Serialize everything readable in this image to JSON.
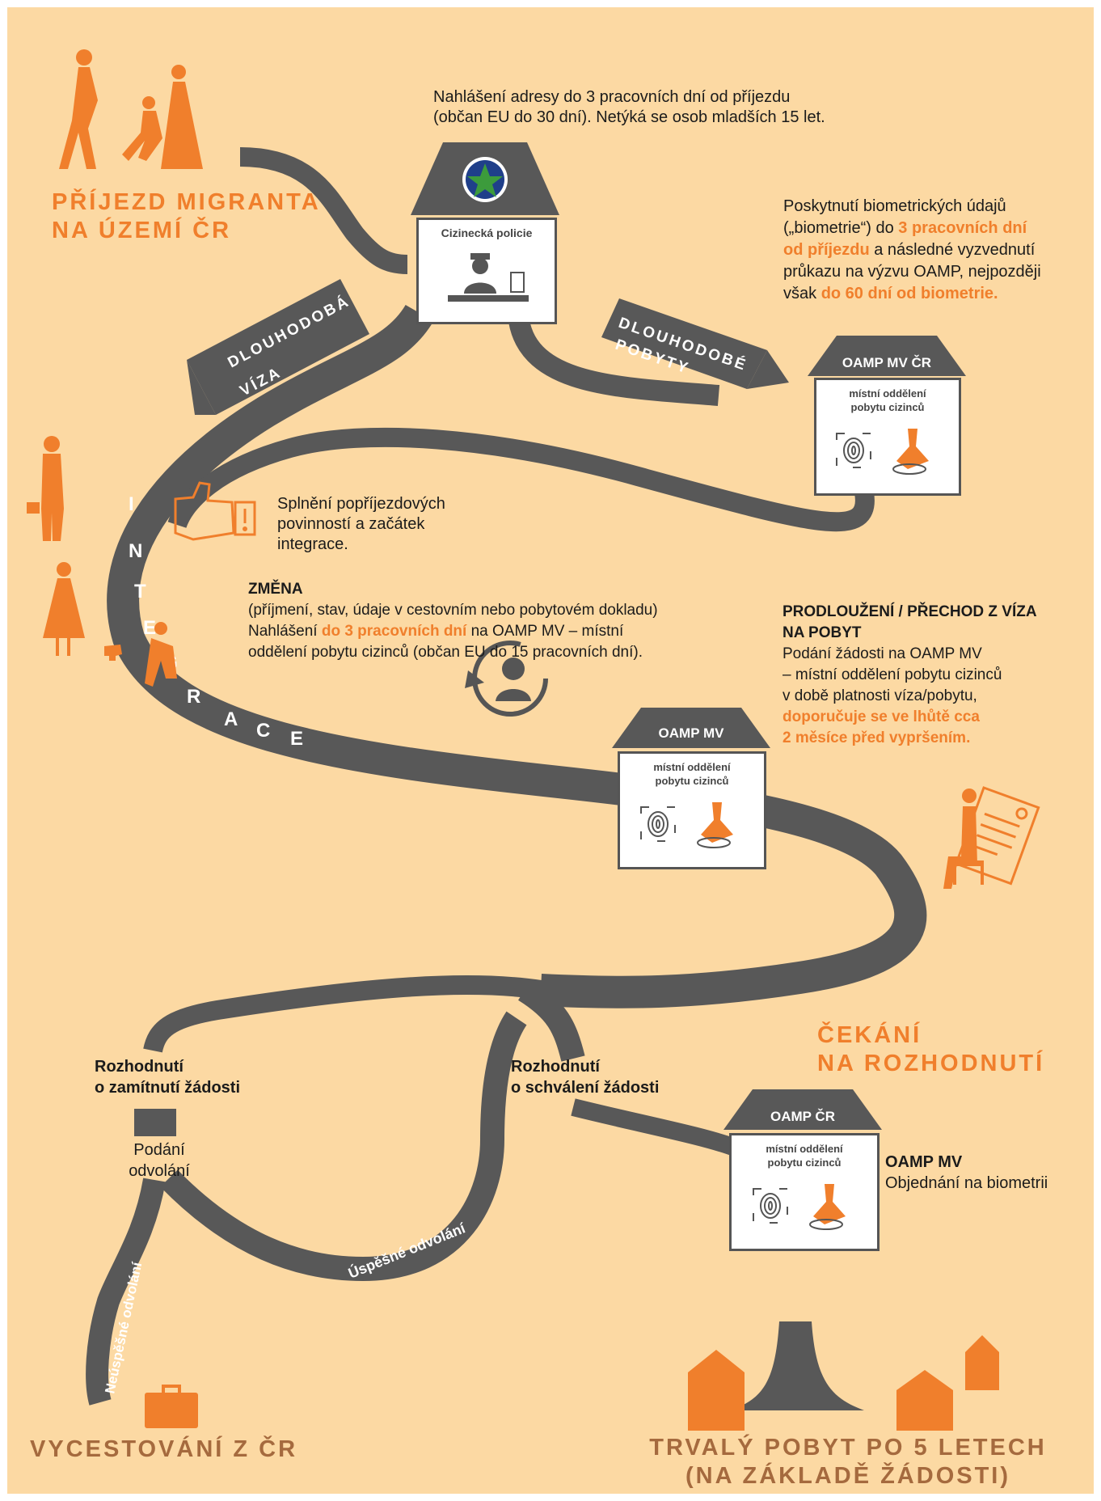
{
  "arrival": {
    "line1": "PŘÍJEZD MIGRANTA",
    "line2": "NA ÚZEMÍ ČR"
  },
  "address_report": {
    "line1": "Nahlášení adresy do 3 pracovních dní od příjezdu",
    "line2": "(občan EU do 30 dní). Netýká se osob mladších 15 let."
  },
  "police": {
    "label": "Cizinecká policie"
  },
  "biometrics": {
    "l1": "Poskytnutí biometrických údajů",
    "l2a": "(„biometrie“) do ",
    "l2b": "3 pracovních dní",
    "l3a": "od příjezdu",
    "l3b": " a následné vyzvednutí",
    "l4": "průkazu na výzvu OAMP, nejpozději",
    "l5a": "však ",
    "l5b": "do 60 dní od biometrie."
  },
  "signs": {
    "visa_l1": "DLOUHODOBÁ",
    "visa_l2": "VÍZA",
    "stay_l1": "DLOUHODOBÉ",
    "stay_l2": "POBYTY"
  },
  "oamp_top": {
    "roof": "OAMP MV ČR",
    "line1": "místní oddělení",
    "line2": "pobytu cizinců"
  },
  "integration": {
    "l1": "Splnění popříjezdových",
    "l2": "povinností a začátek",
    "l3": "integrace.",
    "road": "INTEGRACE"
  },
  "change": {
    "title": "ZMĚNA",
    "l1": "(příjmení, stav, údaje v cestovním nebo pobytovém dokladu)",
    "l2a": "Nahlášení ",
    "l2b": "do 3 pracovních dní",
    "l2c": " na OAMP MV – místní",
    "l3": "oddělení pobytu cizinců (občan EU do 15 pracovních dní)."
  },
  "extension": {
    "title1": "PRODLOUŽENÍ / PŘECHOD Z VÍZA",
    "title2": "NA POBYT",
    "l1": "Podání žádosti na OAMP MV",
    "l2": "– místní oddělení pobytu cizinců",
    "l3": "v době platnosti víza/pobytu,",
    "l4": "doporučuje se ve lhůtě cca",
    "l5": "2 měsíce před vypršením."
  },
  "oamp_mid": {
    "roof": "OAMP MV",
    "line1": "místní oddělení",
    "line2": "pobytu cizinců"
  },
  "waiting": {
    "line1": "ČEKÁNÍ",
    "line2": "NA ROZHODNUTÍ"
  },
  "rejection": {
    "line1": "Rozhodnutí",
    "line2": "o zamítnutí žádosti",
    "appeal1": "Podání",
    "appeal2": "odvolání"
  },
  "approval": {
    "line1": "Rozhodnutí",
    "line2": "o schválení žádosti"
  },
  "oamp_bottom": {
    "roof": "OAMP ČR",
    "line1": "místní oddělení",
    "line2": "pobytu cizinců",
    "title": "OAMP MV",
    "text": "Objednání na biometrii"
  },
  "roads": {
    "success": "Úspěšné odvolání",
    "fail": "Neúspěšné odvolání"
  },
  "departure": {
    "label": "VYCESTOVÁNÍ Z ČR"
  },
  "permanent": {
    "line1": "TRVALÝ POBYT PO 5 LETECH",
    "line2": "(NA ZÁKLADĚ ŽÁDOSTI)"
  },
  "colors": {
    "background": "#fcd9a3",
    "accent": "#f07f2c",
    "road": "#555555"
  }
}
